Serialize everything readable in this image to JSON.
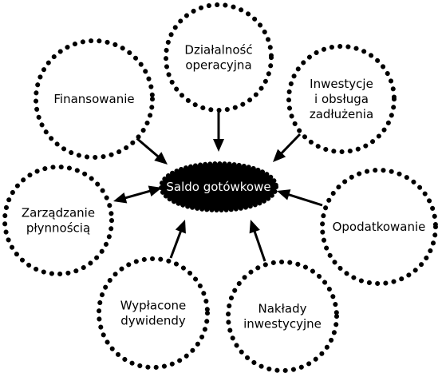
{
  "center": {
    "label": "Saldo gotówkowe"
  },
  "nodes": [
    {
      "id": "dzialalnosc-operacyjna",
      "lines": [
        "Działalność",
        "operacyjna"
      ],
      "arrow": "in"
    },
    {
      "id": "inwestycje-i-obsluga-zadluzenia",
      "lines": [
        "Inwestycje",
        "i obsługa",
        "zadłużenia"
      ],
      "arrow": "in"
    },
    {
      "id": "opodatkowanie",
      "lines": [
        "Opodatkowanie"
      ],
      "arrow": "in"
    },
    {
      "id": "naklady-inwestycyjne",
      "lines": [
        "Nakłady",
        "inwestycyjne"
      ],
      "arrow": "in"
    },
    {
      "id": "wyplacone-dywidendy",
      "lines": [
        "Wypłacone",
        "dywidendy"
      ],
      "arrow": "in"
    },
    {
      "id": "zarzadzanie-plynnoscia",
      "lines": [
        "Zarządzanie",
        "płynnością"
      ],
      "arrow": "both"
    },
    {
      "id": "finansowanie",
      "lines": [
        "Finansowanie"
      ],
      "arrow": "in"
    }
  ],
  "colors": {
    "stroke": "#000000",
    "center_fill": "#000000",
    "center_text": "#ffffff",
    "background": "#ffffff"
  }
}
